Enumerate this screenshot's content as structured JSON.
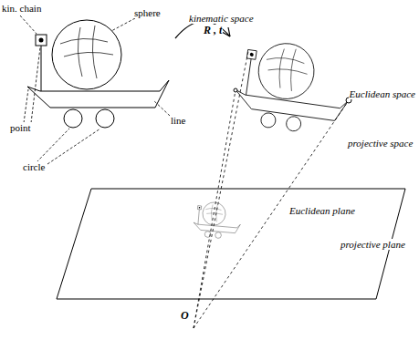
{
  "diagram": {
    "labels": [
      "kin. chain",
      "sphere",
      "kinematic space",
      "R , t",
      "Euclidean space",
      "line",
      "point",
      "projective space",
      "circle",
      "Euclidean plane",
      "projective plane",
      "O"
    ]
  }
}
